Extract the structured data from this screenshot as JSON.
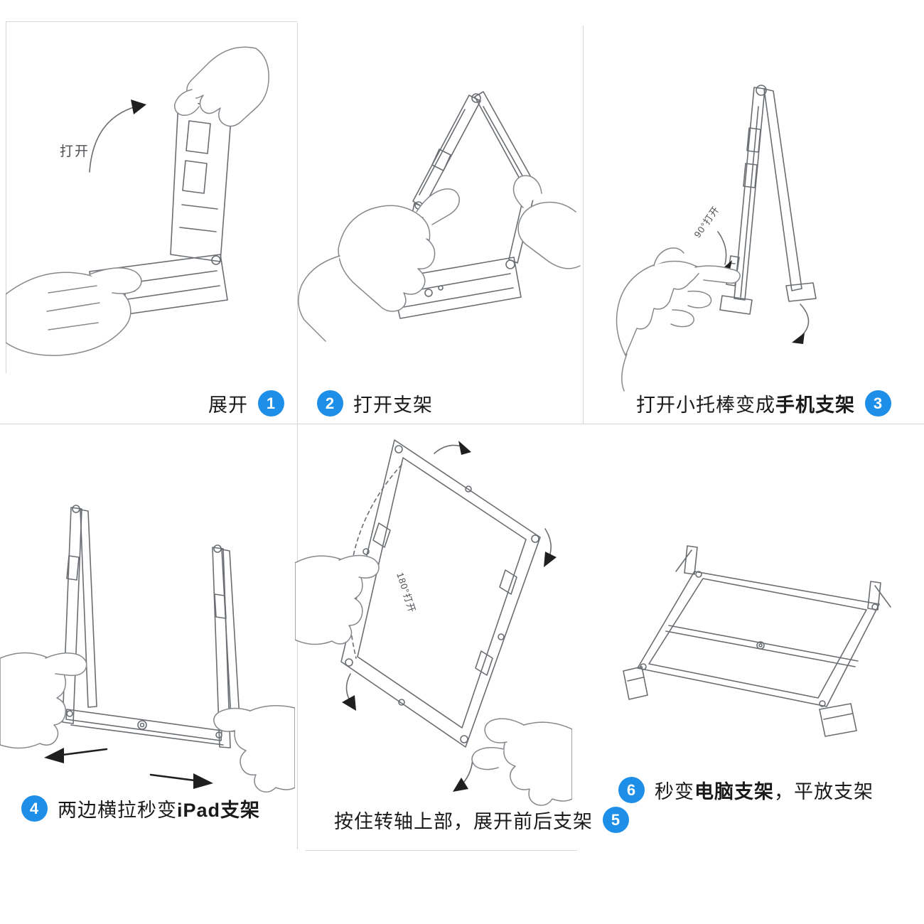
{
  "colors": {
    "accent": "#1e8fe8",
    "line": "#6a6e72"
  },
  "steps": [
    {
      "num": "1",
      "pre": "展开",
      "bold": "",
      "post": ""
    },
    {
      "num": "2",
      "pre": "打开支架",
      "bold": "",
      "post": ""
    },
    {
      "num": "3",
      "pre": "打开小托棒变成",
      "bold": "手机支架",
      "post": ""
    },
    {
      "num": "4",
      "pre": "两边横拉秒变",
      "bold": "iPad支架",
      "post": ""
    },
    {
      "num": "5",
      "pre": "按住转轴上部，展开前后支架",
      "bold": "",
      "post": ""
    },
    {
      "num": "6",
      "pre": "秒变",
      "bold": "电脑支架",
      "post": "，平放支架"
    }
  ],
  "annotations": {
    "step1_open": "打开",
    "step3_angle": "90°打开",
    "step5_angle": "180°打开"
  }
}
